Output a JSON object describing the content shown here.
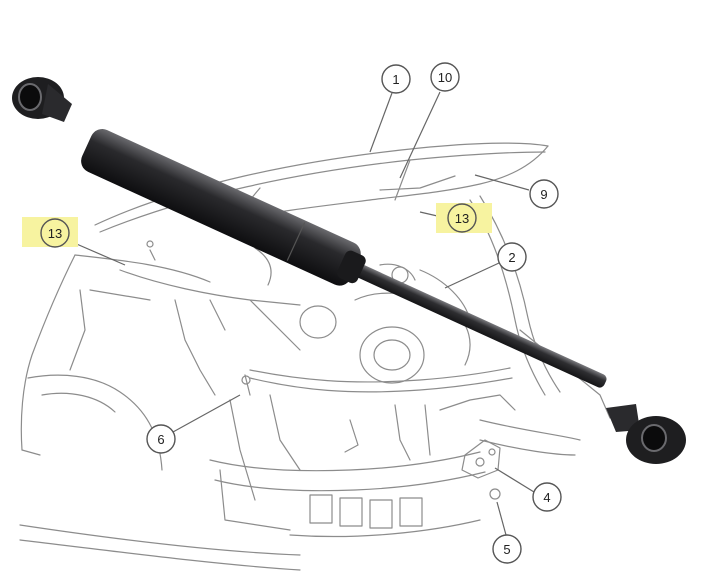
{
  "callouts": [
    {
      "id": "c1",
      "label": "1"
    },
    {
      "id": "c10",
      "label": "10"
    },
    {
      "id": "c9",
      "label": "9"
    },
    {
      "id": "c13a",
      "label": "13",
      "highlighted": true
    },
    {
      "id": "c13b",
      "label": "13",
      "highlighted": true
    },
    {
      "id": "c2",
      "label": "2"
    },
    {
      "id": "c6",
      "label": "6"
    },
    {
      "id": "c4",
      "label": "4"
    },
    {
      "id": "c5",
      "label": "5"
    }
  ],
  "colors": {
    "highlight": "#f7f3a0",
    "line_art": "#8c8c8c",
    "strut_body": "#1c1c1e",
    "callout_stroke": "#555555"
  },
  "parts": {
    "gas_strut": "gas-strut",
    "hood": "hood",
    "fender": "fender",
    "engine_bay": "engine-bay",
    "latch": "hood-latch"
  }
}
